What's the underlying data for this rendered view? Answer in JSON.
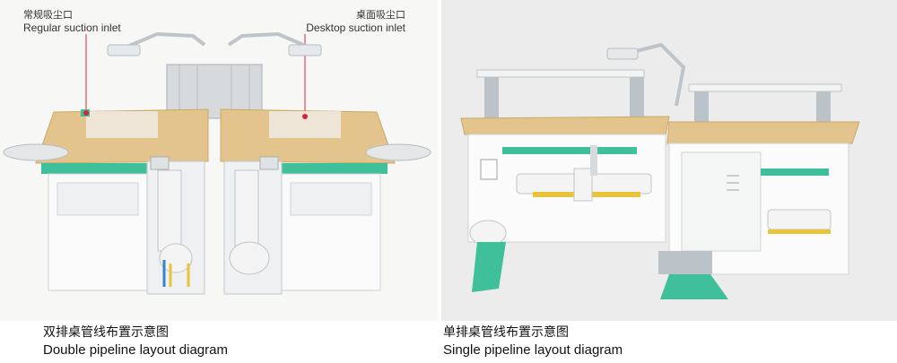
{
  "left_panel": {
    "callout_regular": {
      "zh": "常规吸尘口",
      "en": "Regular suction inlet"
    },
    "callout_desktop": {
      "zh": "桌面吸尘口",
      "en": "Desktop suction inlet"
    },
    "caption": {
      "zh": "双排桌管线布置示意图",
      "en": "Double pipeline layout diagram"
    }
  },
  "right_panel": {
    "caption": {
      "zh": "单排桌管线布置示意图",
      "en": "Single pipeline layout diagram"
    }
  },
  "colors": {
    "desk_top": "#e3c48c",
    "accent_green": "#3fbf9a",
    "marker_red": "#d8243a",
    "pipe_white": "#f4f4f4",
    "frame_grey": "#b9c0c6"
  },
  "icons": [
    "lamp-icon",
    "suction-inlet-marker",
    "pipe-icon"
  ]
}
